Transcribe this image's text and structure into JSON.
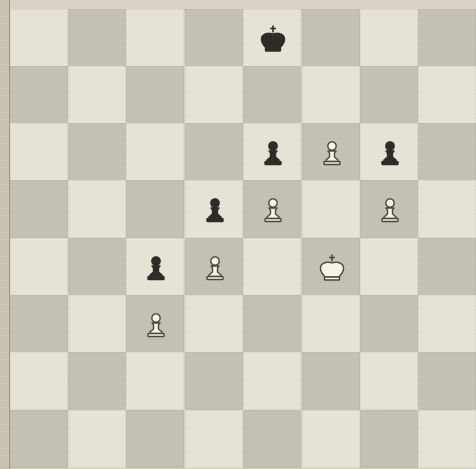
{
  "board": {
    "rows": 8,
    "cols": 8,
    "light_color": "#e7e3d6",
    "dark_color": "#c5c1b5",
    "first_square_dark": false
  },
  "pieces": [
    {
      "type": "king",
      "color": "black",
      "row": 0,
      "col": 4
    },
    {
      "type": "pawn",
      "color": "black",
      "row": 2,
      "col": 4
    },
    {
      "type": "pawn",
      "color": "white",
      "row": 2,
      "col": 5
    },
    {
      "type": "pawn",
      "color": "black",
      "row": 2,
      "col": 6
    },
    {
      "type": "pawn",
      "color": "black",
      "row": 3,
      "col": 3
    },
    {
      "type": "pawn",
      "color": "white",
      "row": 3,
      "col": 4
    },
    {
      "type": "pawn",
      "color": "white",
      "row": 3,
      "col": 6
    },
    {
      "type": "pawn",
      "color": "black",
      "row": 4,
      "col": 2
    },
    {
      "type": "pawn",
      "color": "white",
      "row": 4,
      "col": 3
    },
    {
      "type": "king",
      "color": "white",
      "row": 4,
      "col": 5
    },
    {
      "type": "pawn",
      "color": "white",
      "row": 5,
      "col": 2
    }
  ],
  "colors": {
    "black_piece": "#2e2b27",
    "white_piece_fill": "#f7f4ea",
    "white_piece_outline": "#4a463f"
  }
}
